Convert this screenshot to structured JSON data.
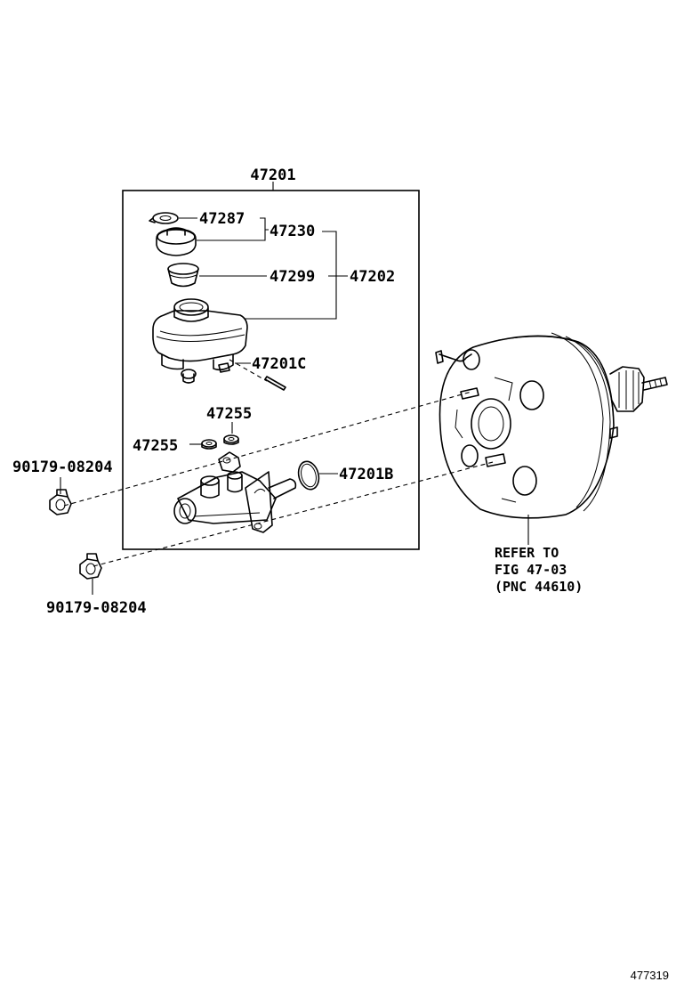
{
  "labels": {
    "assembly": "47201",
    "gasket_cap": "47287",
    "cap": "47230",
    "strainer": "47299",
    "reservoir": "47202",
    "pin": "47201C",
    "grommet_upper": "47255",
    "grommet_lower": "47255",
    "o_ring": "47201B",
    "nut_upper": "90179-08204",
    "nut_lower": "90179-08204"
  },
  "refer_note": {
    "line1": "REFER TO",
    "line2": "FIG 47-03",
    "line3": "(PNC 44610)"
  },
  "figure_number": "477319"
}
